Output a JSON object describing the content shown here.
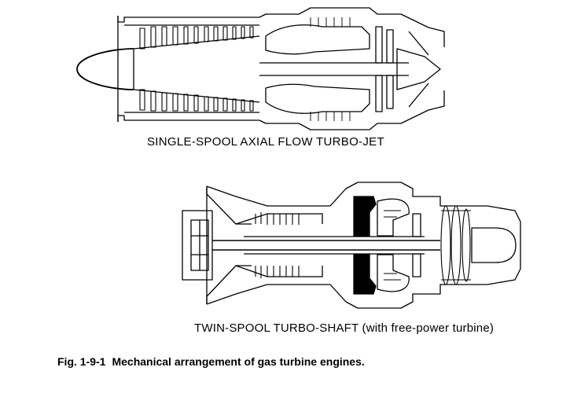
{
  "engine1": {
    "label": "SINGLE-SPOOL AXIAL FLOW TURBO-JET"
  },
  "engine2": {
    "label": "TWIN-SPOOL TURBO-SHAFT (with free-power turbine)"
  },
  "figure": {
    "number": "Fig. 1-9-1",
    "title": "Mechanical arrangement of gas turbine engines."
  }
}
